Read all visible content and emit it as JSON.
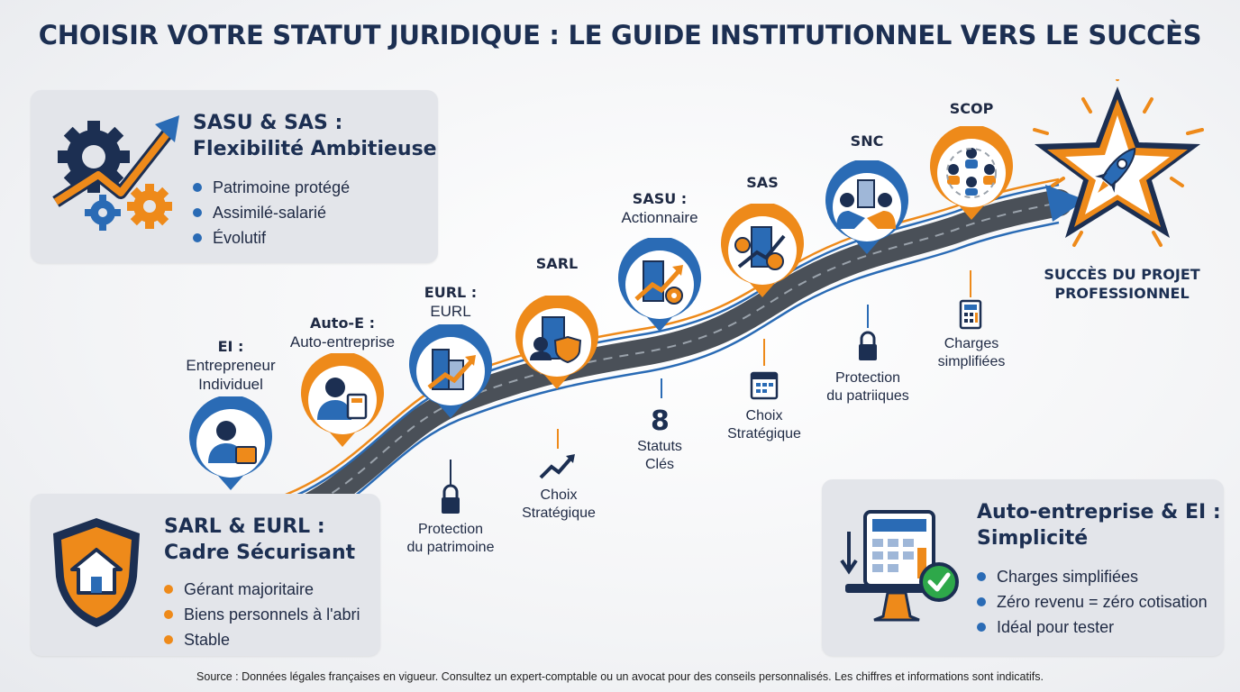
{
  "title": "CHOISIR VOTRE STATUT JURIDIQUE : LE GUIDE INSTITUTIONNEL VERS LE SUCCÈS",
  "panels": {
    "sas": {
      "title_line1": "SASU & SAS :",
      "title_line2": "Flexibilité Ambitieuse",
      "items": [
        "Patrimoine protégé",
        "Assimilé-salarié",
        "Évolutif"
      ],
      "dot_color": "#2a6bb5"
    },
    "sarl": {
      "title_line1": "SARL & EURL :",
      "title_line2": "Cadre Sécurisant",
      "items": [
        "Gérant majoritaire",
        "Biens personnels à l'abri",
        "Stable"
      ],
      "dot_color": "#ee8a1a"
    },
    "auto": {
      "title_line1": "Auto-entreprise & EI :",
      "title_line2": "Simplicité",
      "items": [
        "Charges simplifiées",
        "Zéro revenu = zéro cotisation",
        "Idéal pour tester"
      ],
      "dot_color": "#2a6bb5"
    }
  },
  "nodes": [
    {
      "key": "ei",
      "code": "EI :",
      "lines": [
        "Entrepreneur",
        "Individuel"
      ],
      "ring": "blue",
      "icon": "person-briefcase-icon"
    },
    {
      "key": "autoe",
      "code": "Auto-E :",
      "lines": [
        "Auto-entreprise"
      ],
      "ring": "orange",
      "icon": "person-calculator-icon"
    },
    {
      "key": "eurl",
      "code": "EURL :",
      "lines": [
        "EURL"
      ],
      "ring": "blue",
      "icon": "building-growth-icon"
    },
    {
      "key": "sarl",
      "code": "SARL",
      "lines": [],
      "ring": "orange",
      "icon": "building-shield-icon"
    },
    {
      "key": "sasu",
      "code": "SASU :",
      "lines": [
        "Actionnaire"
      ],
      "ring": "blue",
      "icon": "building-gear-icon"
    },
    {
      "key": "sas",
      "code": "SAS",
      "lines": [],
      "ring": "orange",
      "icon": "building-gears-icon"
    },
    {
      "key": "snc",
      "code": "SNC",
      "lines": [],
      "ring": "blue",
      "icon": "handshake-icon"
    },
    {
      "key": "scop",
      "code": "SCOP",
      "lines": [],
      "ring": "orange",
      "icon": "team-icon"
    }
  ],
  "milestones": [
    {
      "key": "protection1",
      "lines": [
        "Protection",
        "du patrimoine"
      ],
      "icon": "lock-icon"
    },
    {
      "key": "choix1",
      "lines": [
        "Choix",
        "Stratégique"
      ],
      "icon": "trend-up-icon"
    },
    {
      "key": "statuts",
      "big": "8",
      "lines": [
        "Statuts",
        "Clés"
      ],
      "icon": ""
    },
    {
      "key": "choix2",
      "lines": [
        "Choix",
        "Stratégique"
      ],
      "icon": "calendar-icon"
    },
    {
      "key": "protection2",
      "lines": [
        "Protection",
        "du patriiques"
      ],
      "icon": "lock-icon"
    },
    {
      "key": "charges",
      "lines": [
        "Charges",
        "simplifiées"
      ],
      "icon": "calculator-icon"
    }
  ],
  "success": {
    "line1": "SUCCÈS DU PROJET",
    "line2": "PROFESSIONNEL"
  },
  "source": "Source : Données légales françaises en vigueur. Consultez un expert-comptable ou un avocat pour des conseils personnalisés. Les chiffres et informations sont indicatifs.",
  "colors": {
    "navy": "#1c2f52",
    "blue": "#2a6bb5",
    "orange": "#ee8a1a",
    "road": "#4a5058",
    "panel": "#e3e5ea"
  }
}
